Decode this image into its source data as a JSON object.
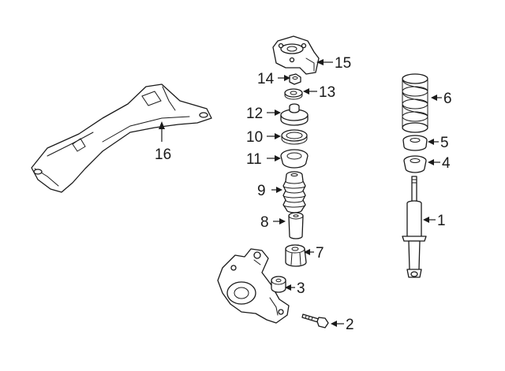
{
  "diagram": {
    "background": "#ffffff",
    "ink": "#1a1a1a",
    "callouts": [
      {
        "id": "1",
        "label": "1"
      },
      {
        "id": "2",
        "label": "2"
      },
      {
        "id": "3",
        "label": "3"
      },
      {
        "id": "4",
        "label": "4"
      },
      {
        "id": "5",
        "label": "5"
      },
      {
        "id": "6",
        "label": "6"
      },
      {
        "id": "7",
        "label": "7"
      },
      {
        "id": "8",
        "label": "8"
      },
      {
        "id": "9",
        "label": "9"
      },
      {
        "id": "10",
        "label": "10"
      },
      {
        "id": "11",
        "label": "11"
      },
      {
        "id": "12",
        "label": "12"
      },
      {
        "id": "13",
        "label": "13"
      },
      {
        "id": "14",
        "label": "14"
      },
      {
        "id": "15",
        "label": "15"
      },
      {
        "id": "16",
        "label": "16"
      }
    ]
  }
}
